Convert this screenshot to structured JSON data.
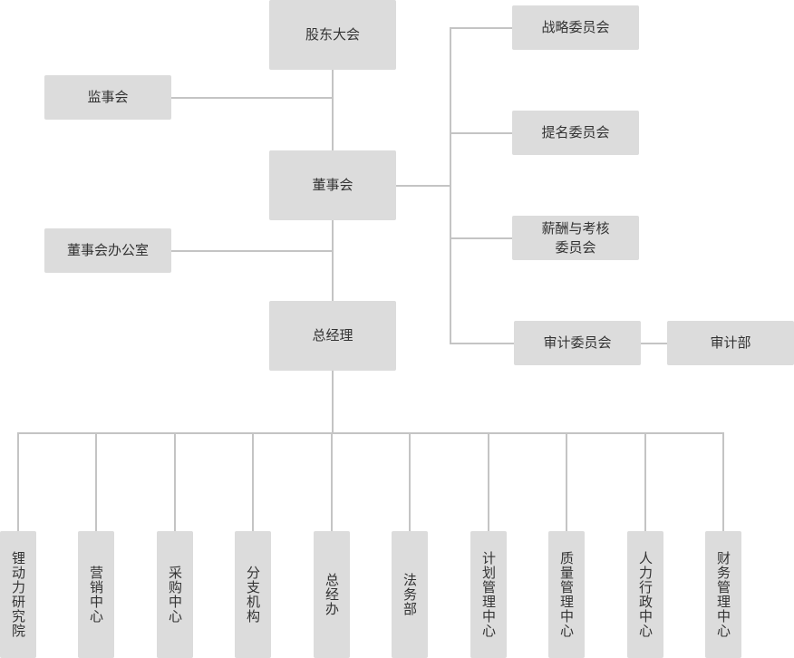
{
  "top": {
    "shareholders": "股东大会",
    "supervisors": "监事会",
    "board": "董事会",
    "board_office": "董事会办公室",
    "general_manager": "总经理"
  },
  "committees": {
    "strategy": "战略委员会",
    "nomination": "提名委员会",
    "compensation": "薪酬与考核\n委员会",
    "audit": "审计委员会",
    "audit_dept": "审计部"
  },
  "departments": [
    "锂动力研究院",
    "营销中心",
    "采购中心",
    "分支机构",
    "总经办",
    "法务部",
    "计划管理中心",
    "质量管理中心",
    "人力行政中心",
    "财务管理中心"
  ]
}
